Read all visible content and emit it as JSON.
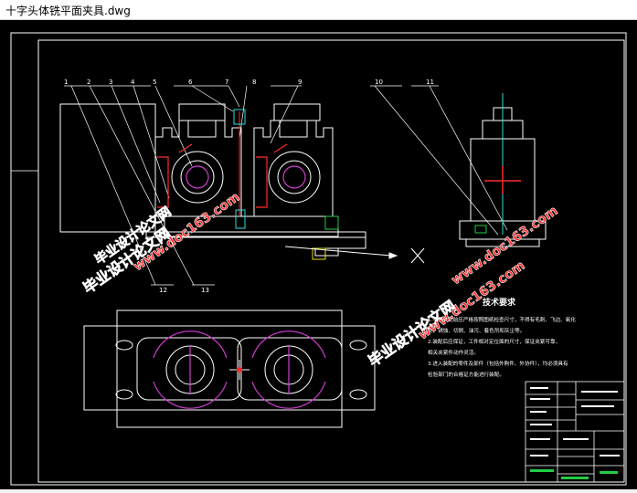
{
  "window": {
    "title": "十字头体铣平面夹具.dwg"
  },
  "colors": {
    "background": "#000000",
    "line": "#ffffff",
    "accent": "#ff2a2a",
    "magenta": "#d23cd2",
    "cyan": "#33dddd",
    "green": "#22cc44",
    "yellow": "#e8e000"
  },
  "balloons": [
    "1",
    "2",
    "3",
    "4",
    "5",
    "6",
    "7",
    "8",
    "9",
    "10",
    "11",
    "12",
    "13"
  ],
  "tech_requirements": {
    "heading": "技术要求",
    "lines": [
      "1.零件装配前应严格按照图纸检查尺寸，不得有毛刺、飞边、氧化",
      "皮、锈蚀、切屑、油污、着色剂和灰尘等。",
      "2.装配后应保证，工件相对定位面的尺寸，保证夹紧可靠，",
      "相关夹紧件动作灵活。",
      "3.进入装配的零件及部件（包括外购件、外协件），均必须具有",
      "检验部门的合格证方能进行装配。"
    ]
  },
  "watermarks": [
    "毕业设计论文网",
    "www.doc163.com",
    "毕业设计论文网",
    "www.doc163.com",
    "毕业设计论文网",
    "www.doc163.com"
  ]
}
